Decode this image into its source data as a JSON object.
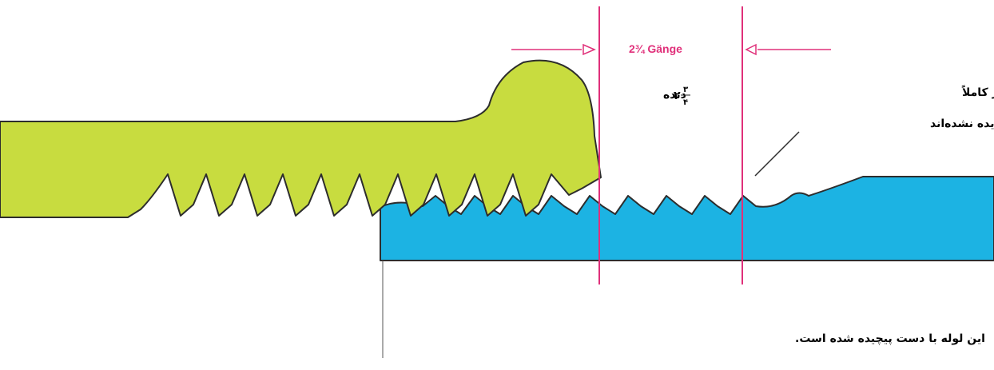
{
  "colors": {
    "female_fitting": "#c8dc3f",
    "pipe": "#1cb3e3",
    "outline": "#2d2d2d",
    "marker": "#e0307a"
  },
  "labels": {
    "gauge_de": "2¾ Gänge",
    "gauge_fa_word": "دنده",
    "gauge_fa_whole": "۲",
    "gauge_fa_num": "۳",
    "gauge_fa_den": "۴",
    "incomplete_line1": "دنده‌های ناقصی که هنوز کاملاً",
    "incomplete_line2": "حدیده نشده‌اند",
    "hand_tight": "این لوله با دست پیچیده شده است."
  }
}
